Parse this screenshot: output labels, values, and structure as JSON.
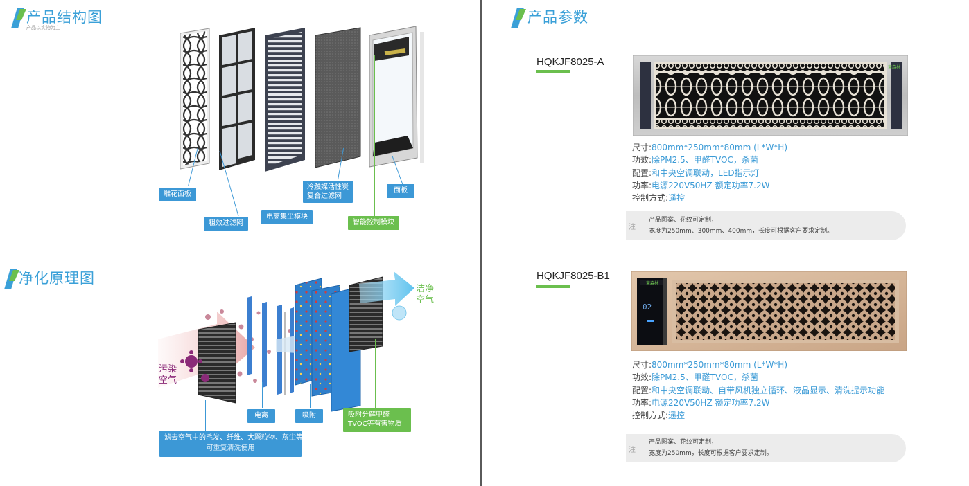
{
  "left": {
    "structure": {
      "title": "产品结构图",
      "subtitle": "产品以实物为主",
      "labels": {
        "carved": "雕花面板",
        "coarse": "粗效过滤网",
        "ion": "电离集尘模块",
        "carbon1": "冷触媒活性炭",
        "carbon2": "复合过滤网",
        "panel": "面板",
        "smart": "智能控制模块"
      }
    },
    "principle": {
      "title": "净化原理图",
      "clean_air": [
        "洁净",
        "空气"
      ],
      "polluted_air": [
        "污染",
        "空气"
      ],
      "labels": {
        "ionize": "电离",
        "adsorb": "吸附",
        "decompose1": "吸附分解甲醛",
        "decompose2": "TVOC等有害物质",
        "filter1": "滤去空气中的毛发、纤维、大颗粒物、灰尘等",
        "filter2": "可重复清洗使用"
      }
    }
  },
  "right": {
    "title": "产品参数",
    "products": [
      {
        "model": "HQKJF8025-A",
        "logo": "東森林",
        "specs": [
          {
            "k": "尺寸:",
            "v": "800mm*250mm*80mm (L*W*H)"
          },
          {
            "k": "功效:",
            "v": "除PM2.5、甲醛TVOC，杀菌"
          },
          {
            "k": "配置:",
            "v": "和中央空调联动，LED指示灯"
          },
          {
            "k": "功率:",
            "v": "电源220V50HZ 额定功率7.2W"
          },
          {
            "k": "控制方式:",
            "v": "遥控"
          }
        ],
        "note_mark": "注",
        "note": [
          "产品图案、花纹可定制，",
          "宽度为250mm、300mm、400mm，长度可根据客户要求定制。"
        ]
      },
      {
        "model": "HQKJF8025-B1",
        "logo": "東森林",
        "display": "02",
        "specs": [
          {
            "k": "尺寸:",
            "v": "800mm*250mm*80mm (L*W*H)"
          },
          {
            "k": "功效:",
            "v": "除PM2.5、甲醛TVOC，杀菌"
          },
          {
            "k": "配置:",
            "v": "和中央空调联动、自带风机独立循环、液晶显示、清洗提示功能"
          },
          {
            "k": "功率:",
            "v": "电源220V50HZ 额定功率7.2W"
          },
          {
            "k": "控制方式:",
            "v": "遥控"
          }
        ],
        "note_mark": "注",
        "note": [
          "产品图案、花纹可定制，",
          "宽度为250mm，长度可根据客户要求定制。"
        ]
      }
    ]
  },
  "colors": {
    "blue": "#3c98d6",
    "green": "#6bbf4e",
    "title_blue": "#3aa0d8"
  }
}
